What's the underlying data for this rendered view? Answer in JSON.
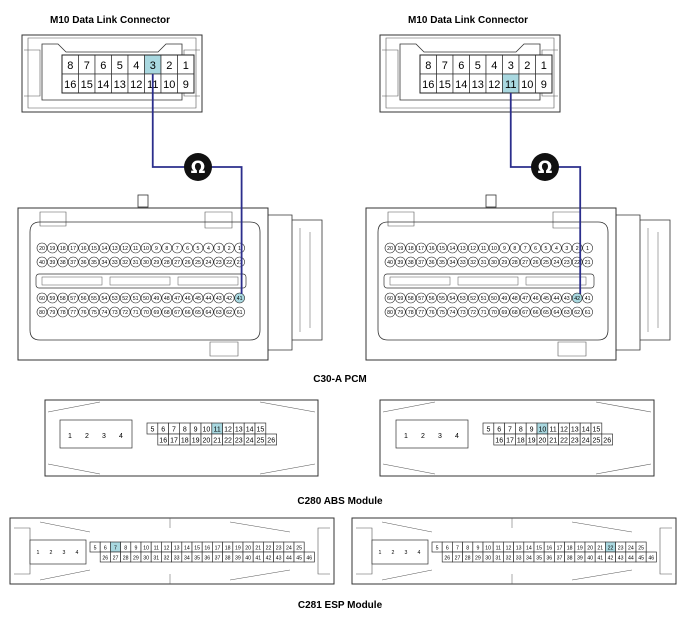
{
  "dlc_label": "M10 Data Link Connector",
  "dlc_pins_top": [
    "8",
    "7",
    "6",
    "5",
    "4",
    "3",
    "2",
    "1"
  ],
  "dlc_pins_bottom": [
    "16",
    "15",
    "14",
    "13",
    "12",
    "11",
    "10",
    "9"
  ],
  "ohm_symbol": "Ω",
  "pcm_label": "C30-A PCM",
  "abs_label": "C280 ABS Module",
  "esp_label": "C281 ESP Module",
  "abs_pins": {
    "block": [
      "1",
      "2",
      "3",
      "4"
    ],
    "top": [
      "5",
      "6",
      "7",
      "8",
      "9",
      "10",
      "11",
      "12",
      "13",
      "14",
      "15"
    ],
    "bottom": [
      "16",
      "17",
      "18",
      "19",
      "20",
      "21",
      "22",
      "23",
      "24",
      "25",
      "26"
    ]
  },
  "esp_pins": {
    "block": [
      "1",
      "2",
      "3",
      "4"
    ],
    "top": [
      "5",
      "6",
      "7",
      "8",
      "9",
      "10",
      "11",
      "12",
      "13",
      "14",
      "15",
      "16",
      "17",
      "18",
      "19",
      "20",
      "21",
      "22",
      "23",
      "24",
      "25"
    ],
    "bottom": [
      "26",
      "27",
      "28",
      "29",
      "30",
      "31",
      "32",
      "33",
      "34",
      "35",
      "36",
      "37",
      "38",
      "39",
      "40",
      "41",
      "42",
      "43",
      "44",
      "45",
      "46"
    ]
  },
  "pcm_rows": [
    [
      "20",
      "19",
      "18",
      "17",
      "16",
      "15",
      "14",
      "13",
      "12",
      "11",
      "10",
      "9",
      "8",
      "7",
      "6",
      "5",
      "4",
      "3",
      "2",
      "1"
    ],
    [
      "40",
      "39",
      "38",
      "37",
      "36",
      "35",
      "34",
      "33",
      "32",
      "31",
      "30",
      "29",
      "28",
      "27",
      "26",
      "25",
      "24",
      "23",
      "22",
      "21"
    ],
    [
      "60",
      "59",
      "58",
      "57",
      "56",
      "55",
      "54",
      "53",
      "52",
      "51",
      "50",
      "49",
      "48",
      "47",
      "46",
      "45",
      "44",
      "43",
      "42",
      "41"
    ],
    [
      "80",
      "79",
      "78",
      "77",
      "76",
      "75",
      "74",
      "73",
      "72",
      "71",
      "70",
      "69",
      "68",
      "67",
      "66",
      "65",
      "64",
      "63",
      "62",
      "61"
    ]
  ],
  "highlights": {
    "left_dlc": "3",
    "right_dlc": "11",
    "left_pcm": "41",
    "right_pcm": "42",
    "left_abs": "11",
    "right_abs": "10",
    "left_esp": "7",
    "right_esp": "22"
  },
  "colors": {
    "highlight": "#a9d8e0",
    "wire": "#2b2e8c",
    "outline": "#333333"
  }
}
